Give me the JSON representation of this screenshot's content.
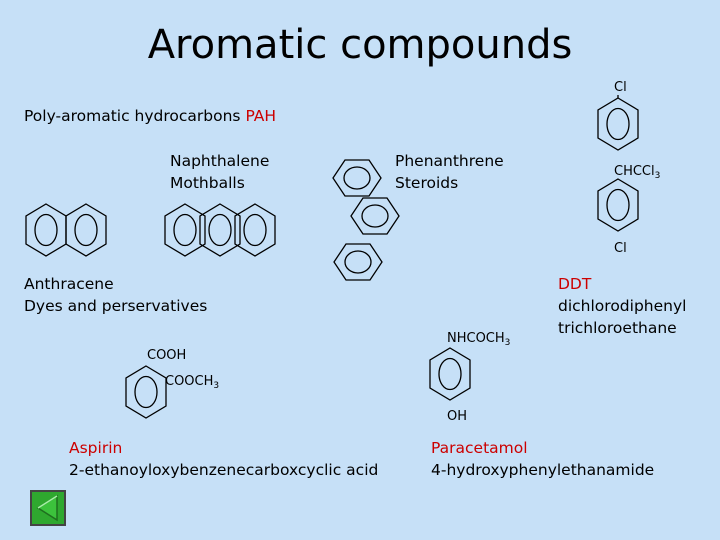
{
  "slide": {
    "title": "Aromatic compounds",
    "pah": {
      "label": "Poly-aromatic hydrocarbons",
      "abbr": "PAH"
    },
    "naphthalene": {
      "name": "Naphthalene",
      "use": "Mothballs"
    },
    "phenanthrene": {
      "name": "Phenanthrene",
      "use": "Steroids"
    },
    "anthracene": {
      "name": "Anthracene",
      "use": "Dyes and perservatives"
    },
    "ddt": {
      "abbr": "DDT",
      "name_line1": "dichlorodiphenyl",
      "name_line2": "trichloroethane",
      "sub_top": "Cl",
      "sub_mid_main": "CHCCl",
      "sub_mid_sub": "3",
      "sub_bottom": "Cl"
    },
    "aspirin": {
      "name": "Aspirin",
      "iupac": "2-ethanoyloxybenzenecarboxcyclic acid",
      "group1": "COOH",
      "group2_main": "COOCH",
      "group2_sub": "3"
    },
    "paracetamol": {
      "name": "Paracetamol",
      "iupac": "4-hydroxyphenylethanamide",
      "group_top_main": "NHCOCH",
      "group_top_sub": "3",
      "group_bottom": "OH"
    }
  },
  "colors": {
    "background": "#c6e0f7",
    "highlight": "#cc0000",
    "nav_button": "#2fa82f"
  },
  "nav": {
    "icon": "triangle-left-icon"
  }
}
